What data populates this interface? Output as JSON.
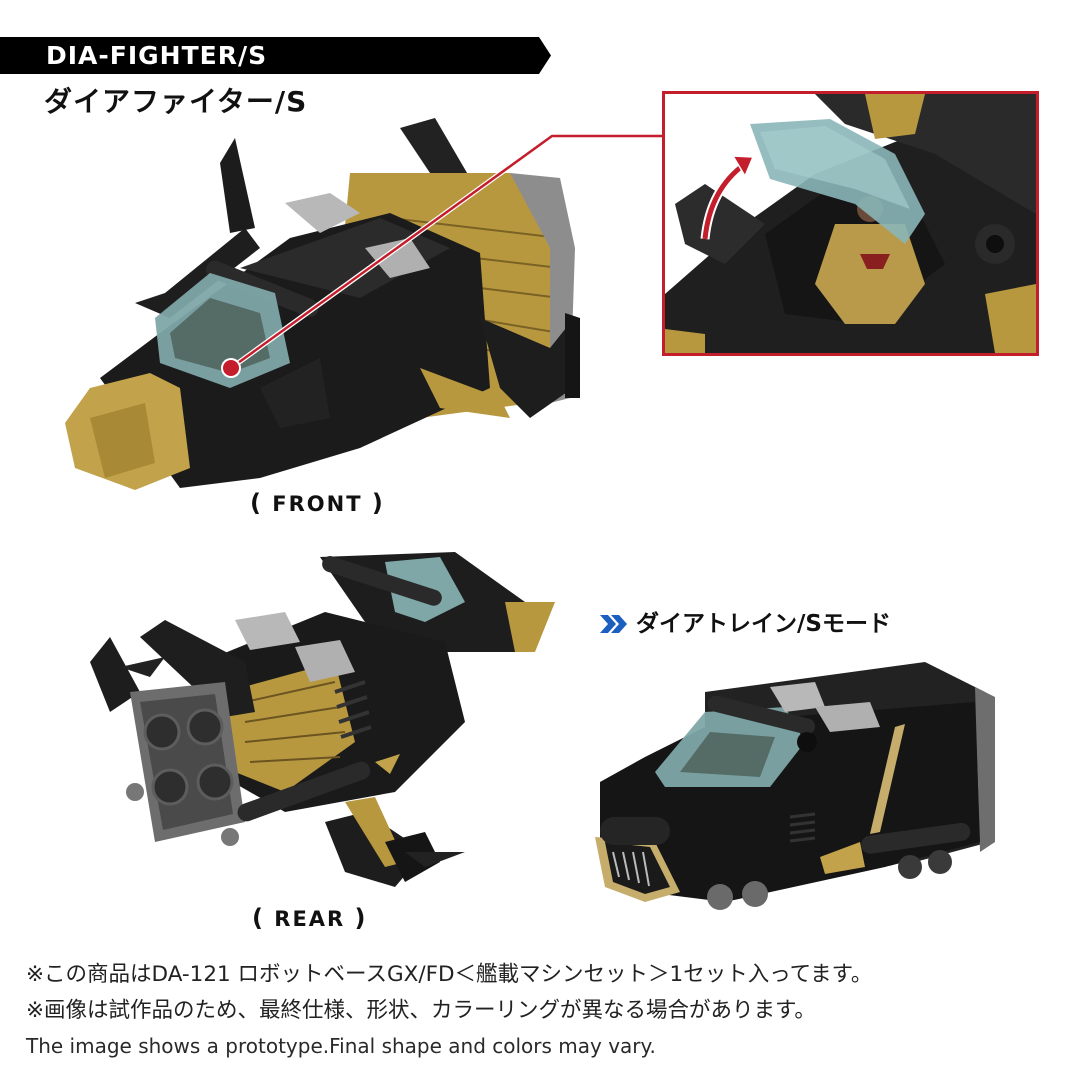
{
  "header": {
    "banner_title": "DIA-FIGHTER/S",
    "subtitle_jp": "ダイアファイター/S"
  },
  "colors": {
    "banner_bg": "#000000",
    "callout_red": "#c41e2c",
    "chevron_blue": "#1b5fc1",
    "label_highlight": "#f4e08a",
    "gold": "#b8983f",
    "body_black": "#1a1a1a",
    "canopy": "#7fa7a8"
  },
  "figures": {
    "front": {
      "label_open": "(",
      "label": "FRONT",
      "label_close": ")",
      "subject": "Dia-Fighter/S front view photo"
    },
    "rear": {
      "label_open": "(",
      "label": "REAR",
      "label_close": ")",
      "subject": "Dia-Fighter/S rear view photo"
    },
    "inset": {
      "subject": "Close-up of opening cockpit canopy with pilot figure",
      "arrow": "red curved arrow indicating canopy opens"
    },
    "train_mode": {
      "title": "ダイアトレイン/Sモード",
      "icon": "double-chevron-right-icon",
      "subject": "Dia-Train/S mode photo"
    }
  },
  "notes": [
    "※この商品はDA-121 ロボットベースGX/FD＜艦載マシンセット＞1セット入ってます。",
    "※画像は試作品のため、最終仕様、形状、カラーリングが異なる場合があります。",
    "The image shows a prototype.Final shape and colors may vary."
  ]
}
